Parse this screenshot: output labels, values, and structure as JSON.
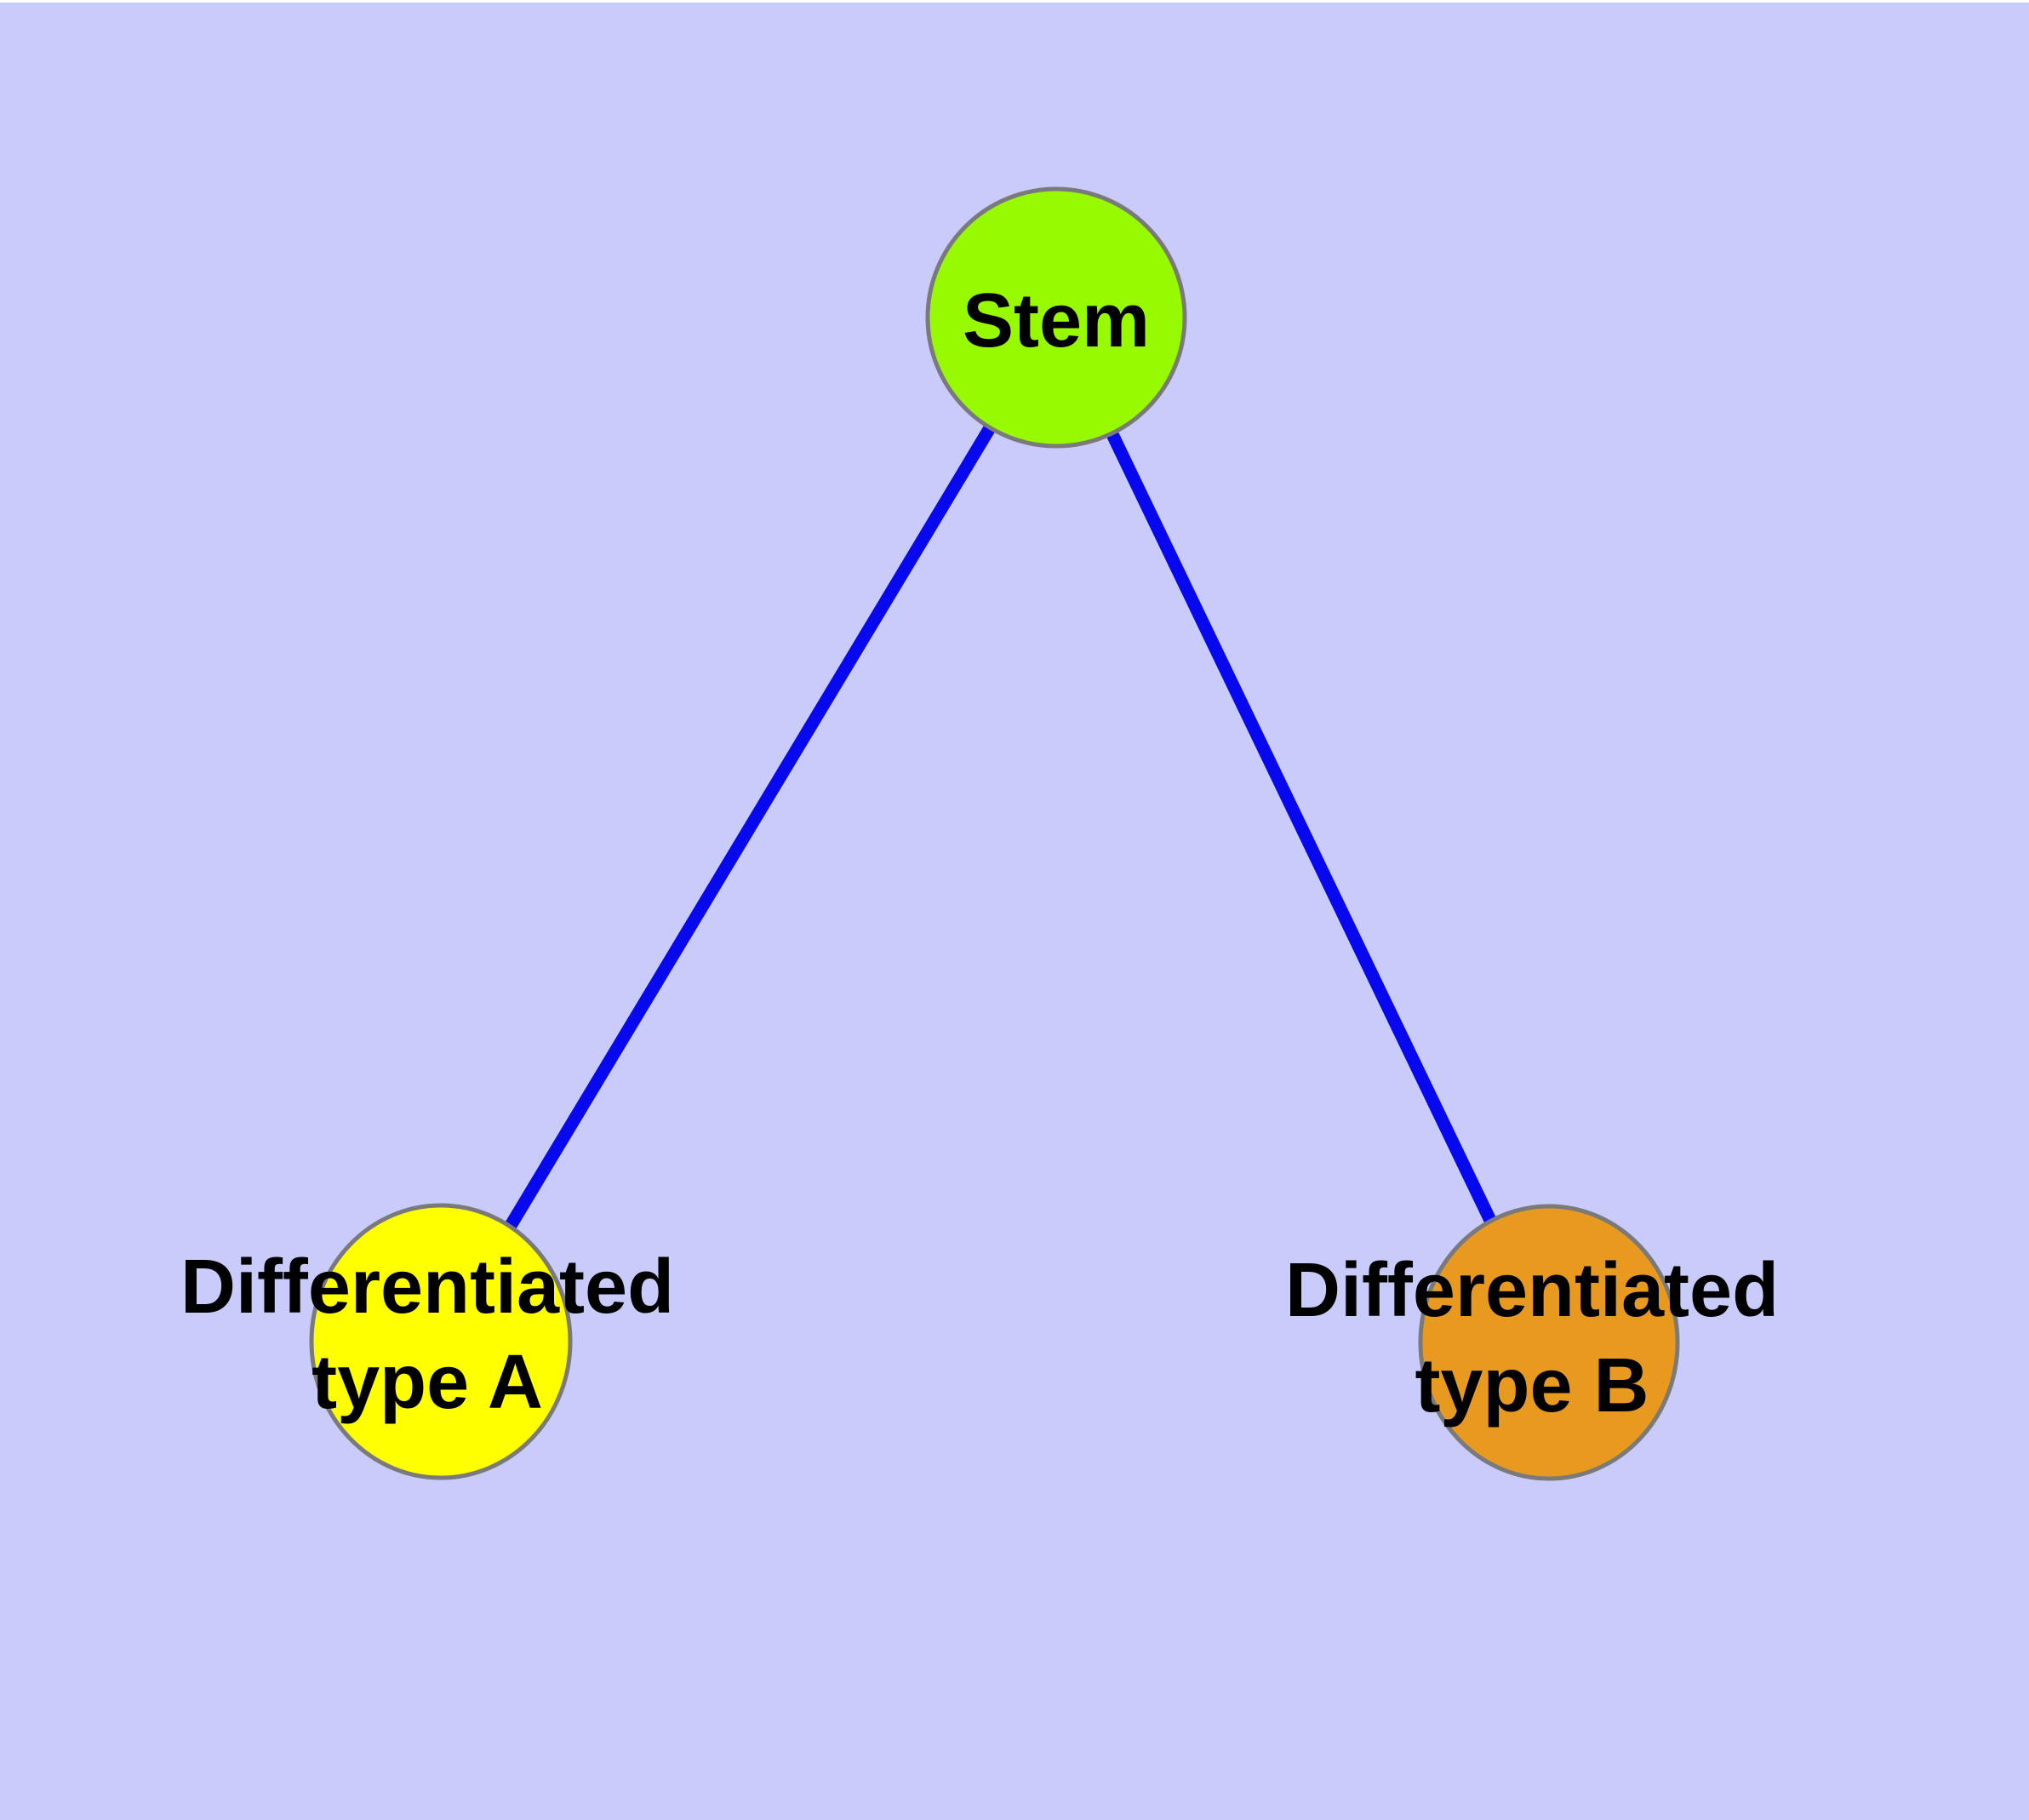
{
  "diagram": {
    "background_color": "#c9cbfa",
    "top_strip_color": "#ffffff",
    "edge_color": "#0808ee",
    "node_border_color": "#7a7a7a",
    "label_color": "#000000",
    "nodes": {
      "stem": {
        "label": "Stem",
        "fill": "#97fa00",
        "shape": "circle"
      },
      "type_a": {
        "label_line1": "Differentiated",
        "label_line2": "type A",
        "fill": "#ffff00",
        "shape": "ellipse"
      },
      "type_b": {
        "label_line1": "Differentiated",
        "label_line2": "type B",
        "fill": "#e89a20",
        "shape": "ellipse"
      }
    },
    "edges": [
      {
        "from": "Stem",
        "to": "Differentiated type A"
      },
      {
        "from": "Stem",
        "to": "Differentiated type B"
      }
    ]
  }
}
